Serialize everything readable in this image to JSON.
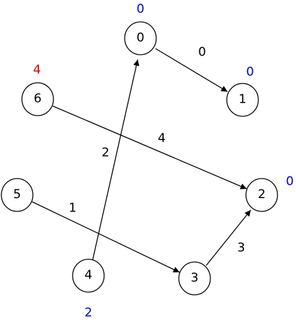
{
  "colors": {
    "stroke": "#000000",
    "annotation_default": "#0000cc",
    "annotation_highlight": "#dd0000"
  },
  "nodes": [
    {
      "id": "0",
      "label": "0",
      "annotation": "0",
      "annotation_color": "blue"
    },
    {
      "id": "1",
      "label": "1",
      "annotation": "0",
      "annotation_color": "blue"
    },
    {
      "id": "2",
      "label": "2",
      "annotation": "0",
      "annotation_color": "blue"
    },
    {
      "id": "3",
      "label": "3",
      "annotation": "",
      "annotation_color": "blue"
    },
    {
      "id": "4",
      "label": "4",
      "annotation": "2",
      "annotation_color": "blue"
    },
    {
      "id": "5",
      "label": "5",
      "annotation": "",
      "annotation_color": "blue"
    },
    {
      "id": "6",
      "label": "6",
      "annotation": "4",
      "annotation_color": "red"
    }
  ],
  "edges": [
    {
      "from": "0",
      "to": "1",
      "weight": "0"
    },
    {
      "from": "6",
      "to": "2",
      "weight": "4"
    },
    {
      "from": "4",
      "to": "0",
      "weight": "2"
    },
    {
      "from": "5",
      "to": "3",
      "weight": "1"
    },
    {
      "from": "3",
      "to": "2",
      "weight": "3"
    }
  ]
}
